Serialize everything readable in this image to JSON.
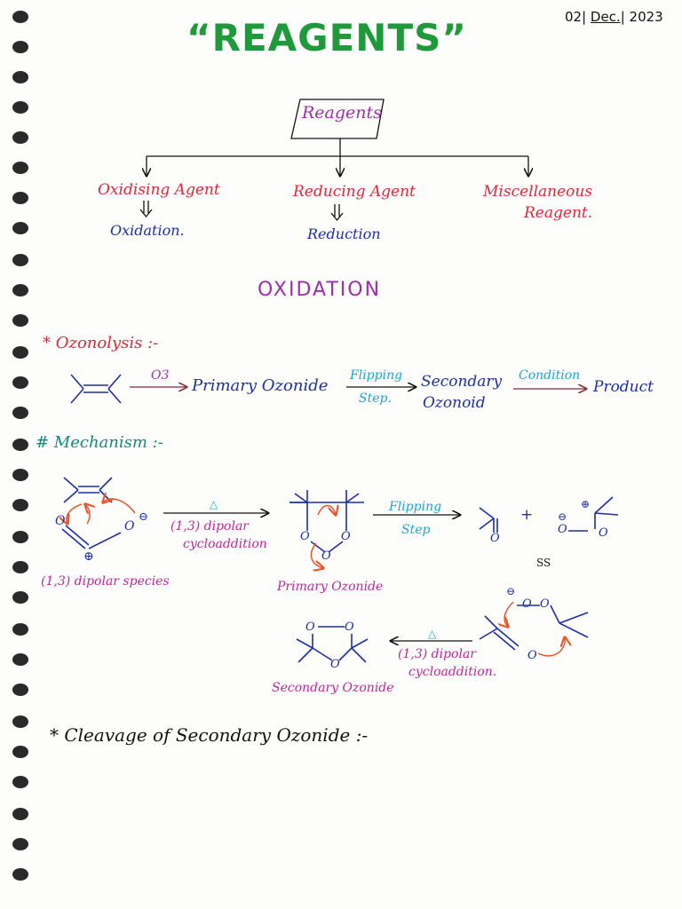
{
  "header": {
    "title": "“REAGENTS”",
    "date_day": "02",
    "date_month": "Dec.",
    "date_year": "2023"
  },
  "tree": {
    "root": "Reagents",
    "branches": [
      {
        "label": "Oxidising Agent",
        "sub": "Oxidation."
      },
      {
        "label": "Reducing Agent",
        "sub": "Reduction"
      },
      {
        "label": "Miscellaneous",
        "sub": "Reagent."
      }
    ]
  },
  "section": {
    "heading": "OXIDATION"
  },
  "ozonolysis": {
    "heading": "* Ozonolysis :-",
    "reagent": "O3",
    "primary": "Primary Ozonide",
    "step_label_1": "Flipping",
    "step_label_2": "Step.",
    "secondary_1": "Secondary",
    "secondary_2": "Ozonoid",
    "condition": "Condition",
    "product": "Product"
  },
  "mechanism": {
    "heading": "# Mechanism :-",
    "delta_1": "△",
    "arrow_label_1a": "(1,3) dipolar",
    "arrow_label_1b": "cycloaddition",
    "dipolar_species": "(1,3) dipolar species",
    "primary_ozonide": "Primary Ozonide",
    "flipping": "Flipping",
    "step": "Step",
    "plus": "+",
    "ss": "SS",
    "delta_2": "△",
    "arrow_label_2a": "(1,3) dipolar",
    "arrow_label_2b": "cycloaddition.",
    "secondary_ozonide": "Secondary Ozonide",
    "o": "O",
    "plus_charge": "⊕",
    "minus_charge": "⊖"
  },
  "cleavage": {
    "heading": "* Cleavage of Secondary Ozonide :-"
  },
  "colors": {
    "title": "#1f9a3a",
    "red": "#e0283b",
    "blue": "#1c2fa8",
    "purple": "#9b30a8",
    "teal": "#118a7e",
    "cyan": "#1aa6d6",
    "magenta": "#c0269c",
    "orange_arrow": "#e8552a"
  }
}
